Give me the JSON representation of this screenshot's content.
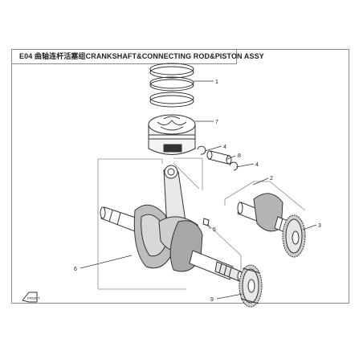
{
  "title": "E04 曲轴连杆活塞组CRANKSHAFT&CONNECTING ROD&PISTON ASSY",
  "callouts": [
    {
      "id": "1",
      "label": "1"
    },
    {
      "id": "7",
      "label": "7"
    },
    {
      "id": "4a",
      "label": "4"
    },
    {
      "id": "8",
      "label": "8"
    },
    {
      "id": "4b",
      "label": "4"
    },
    {
      "id": "2",
      "label": "2"
    },
    {
      "id": "5",
      "label": "5"
    },
    {
      "id": "3",
      "label": "3"
    },
    {
      "id": "6",
      "label": "6"
    },
    {
      "id": "9",
      "label": "9"
    }
  ],
  "colors": {
    "line": "#333333",
    "frame": "#8a8a8a",
    "shade": "#9a9a9a",
    "dark": "#555555"
  },
  "icons": {
    "front-arrow": "front-direction-arrow-icon"
  }
}
